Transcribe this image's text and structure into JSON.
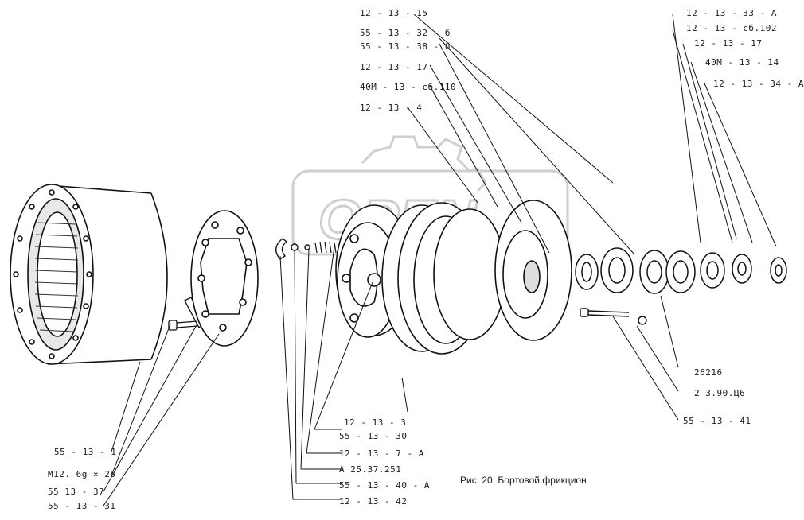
{
  "figure": {
    "caption": "Рис. 20. Бортовой фрикцион",
    "watermark": "OPEN"
  },
  "labels": {
    "l_12_13_15": "12 - 13 - 15",
    "l_55_13_32_6": "55 - 13 - 32 - б",
    "l_55_13_38_6": "55 - 13 - 38 - б",
    "l_12_13_17_a": "12 - 13 - 17",
    "l_40m_13_sb110": "40М - 13 - сб.110",
    "l_12_13_4": "12 - 13 - 4",
    "l_12_13_33_a": "12 - 13 - 33 - А",
    "l_12_13_sb102": "12 - 13 - сб.102",
    "l_12_13_17_b": "12 - 13 - 17",
    "l_40m_13_14": "40М - 13 - 14",
    "l_12_13_34_a": "12 - 13 - 34 - А",
    "l_26216": "26216",
    "l_2390": "2 З.90.Ц6",
    "l_55_13_41": "55 - 13 - 41",
    "l_12_13_3": "12 - 13 - 3",
    "l_55_13_30": "55 - 13 - 30",
    "l_12_13_7_a": "12 - 13 - 7 - А",
    "l_a25": "А 25.37.251",
    "l_55_13_40_a": "55 - 13 - 40 - А",
    "l_12_13_42": "12 - 13 - 42",
    "l_55_13_1": "55 - 13 - 1",
    "l_m12": "М12. 6g × 25",
    "l_55_13_37": "55  13 - 37",
    "l_55_13_31": "55 - 13 - 31"
  }
}
